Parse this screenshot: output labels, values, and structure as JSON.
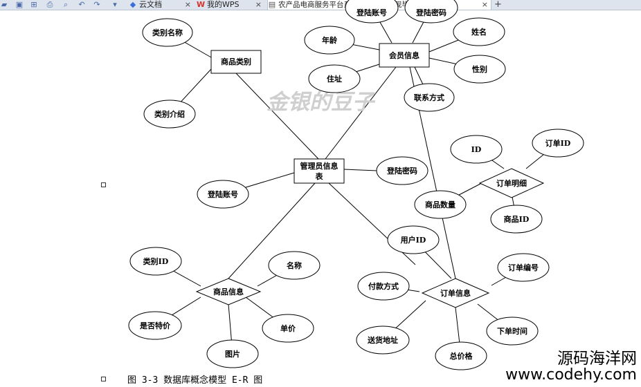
{
  "tabbar": {
    "tabs": [
      {
        "icon": "cloud-doc-icon",
        "icon_glyph": "◆",
        "label": "云文档",
        "close": "×"
      },
      {
        "icon": "wps-icon",
        "icon_glyph": "W",
        "label": "我的WPS",
        "close": "×"
      },
      {
        "icon": "document-icon",
        "icon_glyph": "▤",
        "label": "农产品电商服务平台系统的设计与实现毕业论文.doc",
        "close": "×"
      }
    ],
    "new_tab": "+"
  },
  "diagram": {
    "entities": {
      "category": "商品类别",
      "member": "会员信息",
      "admin_line1": "管理员信息",
      "admin_line2": "表"
    },
    "relationships": {
      "order_detail": "订单明细",
      "product_info": "商品信息",
      "order_info": "订单信息"
    },
    "attributes": {
      "category_name": "类别名称",
      "category_intro": "类别介绍",
      "member_login_account": "登陆账号",
      "member_login_password": "登陆密码",
      "age": "年龄",
      "name": "姓名",
      "gender": "性别",
      "address": "住址",
      "contact": "联系方式",
      "admin_password": "登陆密码",
      "admin_account": "登陆账号",
      "detail_id": "ID",
      "order_id": "订单ID",
      "product_quantity": "商品数量",
      "product_id": "商品ID",
      "category_id": "类别ID",
      "product_name": "名称",
      "is_special": "是否特价",
      "unit_price": "单价",
      "picture": "图片",
      "user_id": "用户ID",
      "payment_method": "付款方式",
      "order_number": "订单编号",
      "delivery_address": "送货地址",
      "order_time": "下单时间",
      "total_price": "总价格"
    },
    "watermark": "金银的豆子"
  },
  "caption": "图 3-3 数据库概念模型 E-R 图",
  "site_watermark": {
    "line1": "源码海洋网",
    "line2": "www.codehy.com"
  }
}
